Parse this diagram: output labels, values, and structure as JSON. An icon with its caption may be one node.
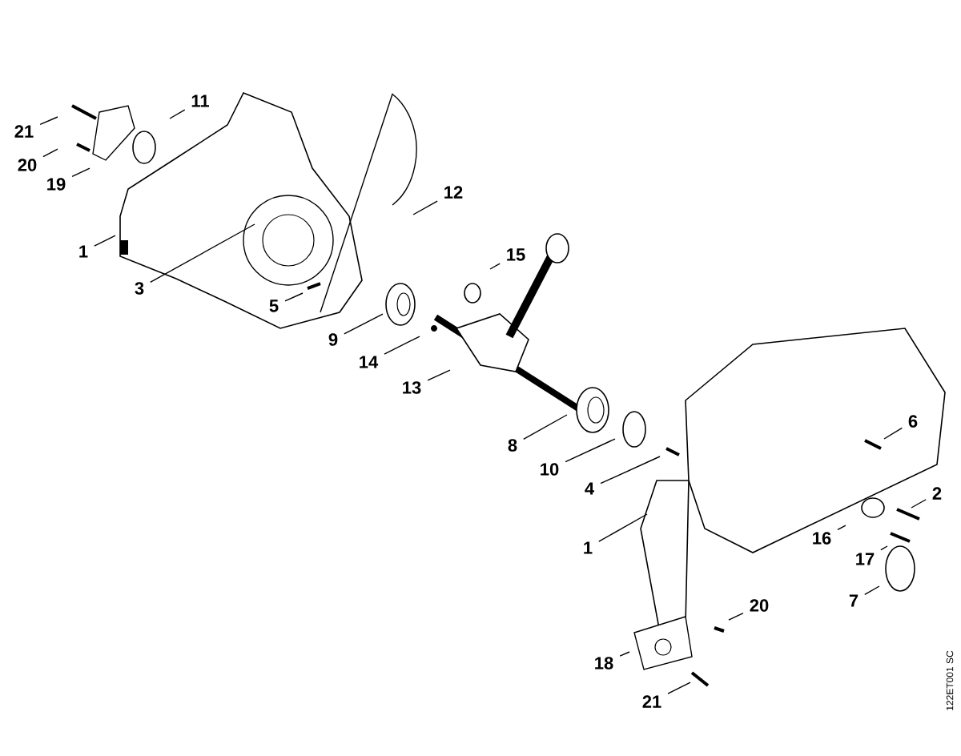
{
  "diagram": {
    "nodes": [
      {
        "text": [
          "11"
        ]
      },
      {
        "text": [
          "21"
        ]
      },
      {
        "text": [
          "20"
        ]
      },
      {
        "text": [
          "19"
        ]
      },
      {
        "text": [
          "12"
        ]
      },
      {
        "text": [
          "1"
        ]
      },
      {
        "text": [
          "15"
        ]
      },
      {
        "text": [
          "3"
        ]
      },
      {
        "text": [
          "5"
        ]
      },
      {
        "text": [
          "9"
        ]
      },
      {
        "text": [
          "14"
        ]
      },
      {
        "text": [
          "13"
        ]
      },
      {
        "text": [
          "6"
        ]
      },
      {
        "text": [
          "8"
        ]
      },
      {
        "text": [
          "10"
        ]
      },
      {
        "text": [
          "4"
        ]
      },
      {
        "text": [
          "2"
        ]
      },
      {
        "text": [
          "16"
        ]
      },
      {
        "text": [
          "1"
        ]
      },
      {
        "text": [
          "17"
        ]
      },
      {
        "text": [
          "7"
        ]
      },
      {
        "text": [
          "20"
        ]
      },
      {
        "text": [
          "18"
        ]
      },
      {
        "text": [
          "21"
        ]
      }
    ],
    "edges": [
      {
        "from": 0,
        "to": null,
        "arrow": "none"
      },
      {
        "from": 1,
        "to": null,
        "arrow": "none"
      },
      {
        "from": 2,
        "to": null,
        "arrow": "none"
      },
      {
        "from": 3,
        "to": null,
        "arrow": "none"
      },
      {
        "from": 4,
        "to": null,
        "arrow": "none"
      },
      {
        "from": 5,
        "to": null,
        "arrow": "none"
      },
      {
        "from": 6,
        "to": null,
        "arrow": "none"
      },
      {
        "from": 7,
        "to": null,
        "arrow": "none"
      },
      {
        "from": 8,
        "to": null,
        "arrow": "none"
      },
      {
        "from": 9,
        "to": null,
        "arrow": "none"
      },
      {
        "from": 10,
        "to": null,
        "arrow": "none"
      },
      {
        "from": 11,
        "to": null,
        "arrow": "none"
      },
      {
        "from": 12,
        "to": null,
        "arrow": "none"
      },
      {
        "from": 13,
        "to": null,
        "arrow": "none"
      },
      {
        "from": 14,
        "to": null,
        "arrow": "none"
      },
      {
        "from": 15,
        "to": null,
        "arrow": "none"
      },
      {
        "from": 16,
        "to": null,
        "arrow": "none"
      },
      {
        "from": 17,
        "to": null,
        "arrow": "none"
      },
      {
        "from": 18,
        "to": null,
        "arrow": "none"
      },
      {
        "from": 19,
        "to": null,
        "arrow": "none"
      },
      {
        "from": 20,
        "to": null,
        "arrow": "none"
      },
      {
        "from": 21,
        "to": null,
        "arrow": "none"
      },
      {
        "from": 22,
        "to": null,
        "arrow": "none"
      },
      {
        "from": 23,
        "to": null,
        "arrow": "none"
      }
    ],
    "labels": [
      "122ET001 SC"
    ]
  }
}
